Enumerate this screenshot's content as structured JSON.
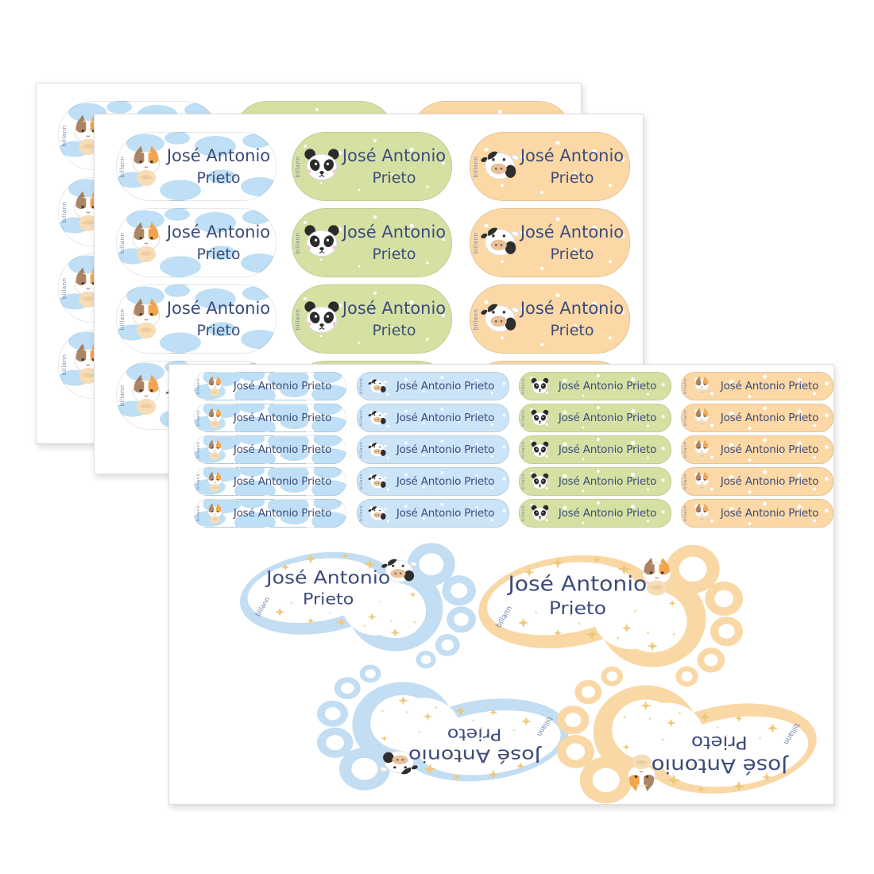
{
  "product": {
    "name_line1": "José Antonio",
    "name_line2": "Prieto",
    "name_full": "José Antonio Prieto",
    "brand": "billann"
  },
  "colors": {
    "text_navy": "#3e4c7a",
    "cloud_blue": "#bedff5",
    "strip_blue": "#cbe4f7",
    "green": "#d5e1a3",
    "orange": "#fbd8a5",
    "footprint_blue": "#c3ddf2",
    "footprint_orange": "#f9d8a6",
    "star_gold": "#eec87c"
  },
  "pill_sheet": {
    "rows": 4,
    "columns": [
      {
        "theme": "clouds",
        "animal": "cat"
      },
      {
        "theme": "green",
        "animal": "panda"
      },
      {
        "theme": "orange",
        "animal": "cow"
      }
    ]
  },
  "mini_sheet": {
    "rows": 5,
    "columns": [
      {
        "theme": "clouds",
        "animal": "cat"
      },
      {
        "theme": "blue",
        "animal": "cow"
      },
      {
        "theme": "green",
        "animal": "panda"
      },
      {
        "theme": "orange",
        "animal": "cat"
      }
    ]
  },
  "footprints": [
    {
      "color": "blue",
      "animal": "cow",
      "rotated": false
    },
    {
      "color": "orange",
      "animal": "cat",
      "rotated": false
    },
    {
      "color": "blue",
      "animal": "cow",
      "rotated": true
    },
    {
      "color": "orange",
      "animal": "cat",
      "rotated": true
    }
  ]
}
